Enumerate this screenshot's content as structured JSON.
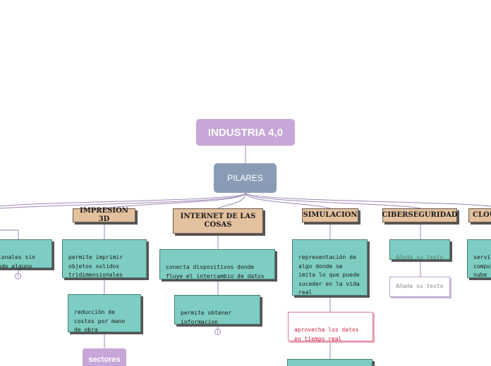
{
  "root": {
    "label": "INDUSTRIA 4,0"
  },
  "pilares": {
    "label": "PILARES"
  },
  "branches": [
    {
      "title": "IMPRESION 3D",
      "items": [
        "permite imprimir\nobjetos solidos\ntridimensionales",
        "reducción de\ncostos por mano\nde obra"
      ],
      "sub": "sectores"
    },
    {
      "title": "INTERNET DE LAS\nCOSAS",
      "items": [
        "conecta dispositivos donde\nfluye el intercambio de datos",
        "permite obtener\ninformacion"
      ]
    },
    {
      "title": "SIMULACION",
      "items": [
        "representación de\nalgo donde se\nimita lo que puede\nsuceder en la vida\nreal"
      ],
      "highlight": "aprovecha  los datos\nen tiempo real"
    },
    {
      "title": "CIBERSEGURIDAD",
      "placeholders": [
        "Añada su texto",
        "Añada su texto"
      ]
    },
    {
      "title": "CLOU",
      "items": [
        "servi\ncomput\nnube"
      ]
    }
  ],
  "left_partial": {
    "text": "ionales sin\nndo alguno"
  },
  "collapse_marker": "1"
}
